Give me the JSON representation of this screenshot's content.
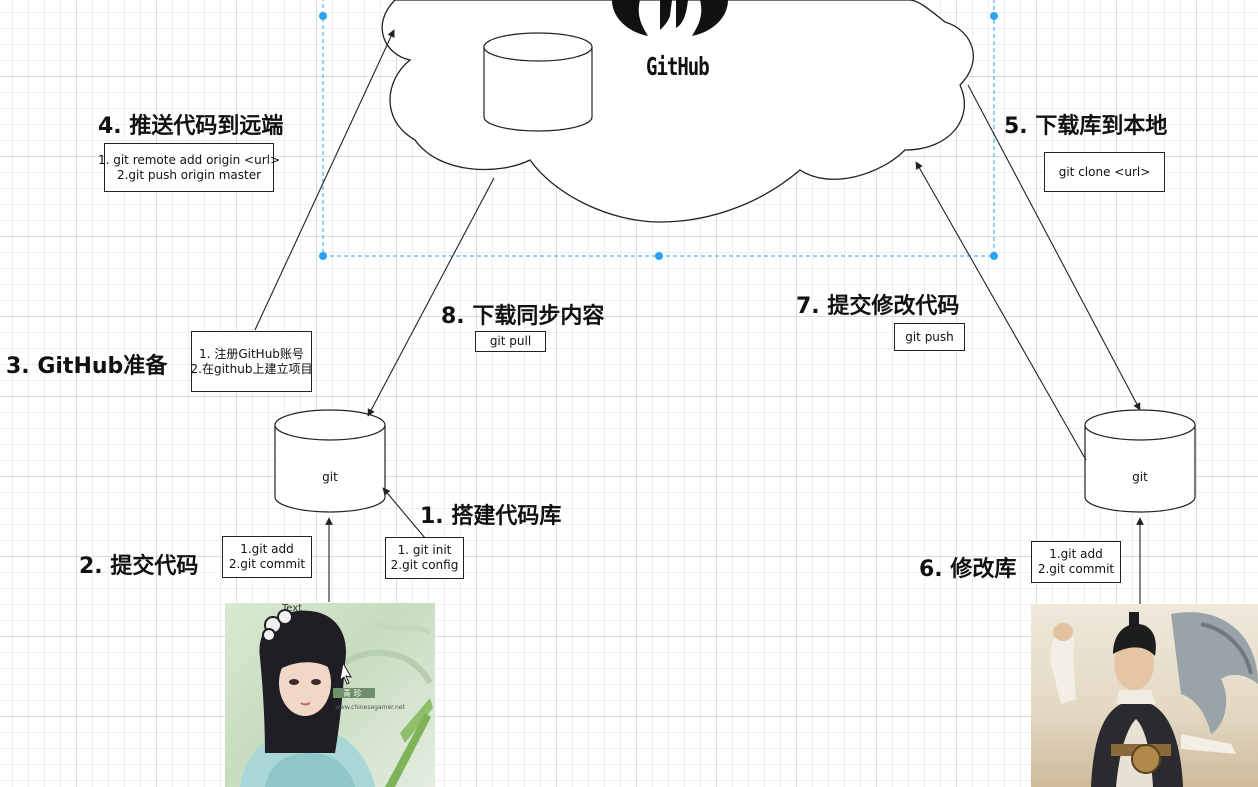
{
  "cloud": {
    "brand": "GitHub"
  },
  "steps": {
    "step1": {
      "title": "1. 搭建代码库",
      "lines": [
        "1. git init",
        "2.git config"
      ]
    },
    "step2": {
      "title": "2. 提交代码",
      "lines": [
        "1.git add",
        "2.git commit"
      ]
    },
    "step3": {
      "title": "3. GitHub准备",
      "lines": [
        "1. 注册GitHub账号",
        "2.在github上建立项目"
      ]
    },
    "step4": {
      "title": "4. 推送代码到远端",
      "lines": [
        "1. git remote add origin <url>",
        "2.git push origin master"
      ]
    },
    "step5": {
      "title": "5. 下载库到本地",
      "lines": [
        "git clone <url>"
      ]
    },
    "step6": {
      "title": "6. 修改库",
      "lines": [
        "1.git add",
        "2.git commit"
      ]
    },
    "step7": {
      "title": "7. 提交修改代码",
      "lines": [
        "git push"
      ]
    },
    "step8": {
      "title": "8. 下载同步内容",
      "lines": [
        "git pull"
      ]
    }
  },
  "repos": {
    "left_label": "git",
    "right_label": "git"
  },
  "photo_left": {
    "tag": "Text",
    "caption": "青 珍",
    "url_text": "www.chinesegamer.net"
  },
  "colors": {
    "selection": "#29a3f0",
    "line": "#222222"
  }
}
